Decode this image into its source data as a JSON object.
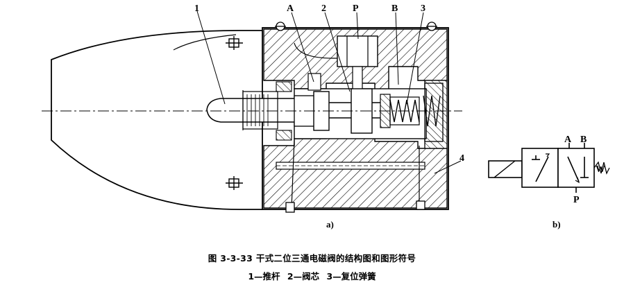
{
  "labels": {
    "pushrod_num": "1",
    "port_a": "A",
    "spool_num": "2",
    "port_p": "P",
    "port_b": "B",
    "spring_num": "3",
    "body_num": "4"
  },
  "symbol_labels": {
    "a": "A",
    "b": "B",
    "p": "P",
    "w": "W"
  },
  "subfigure_labels": {
    "a": "a)",
    "b": "b)"
  },
  "caption": {
    "title": "图 3-3-33   干式二位三通电磁阀的结构图和图形符号",
    "legend": "1—推杆   2—阀芯   3—复位弹簧"
  },
  "colors": {
    "ink": "#000000",
    "background": "#ffffff"
  }
}
